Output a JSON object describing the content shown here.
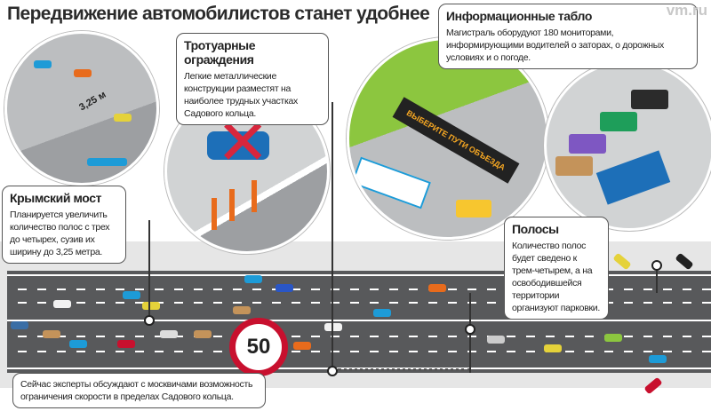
{
  "title": "Передвижение автомобилистов станет удобнее",
  "watermark": "vm.ru",
  "callouts": {
    "info_boards": {
      "heading": "Информационные табло",
      "text": "Магистраль оборудуют 180 мониторами, информирующими водителей о заторах, о дорожных условиях и о погоде."
    },
    "sidewalk_barriers": {
      "heading": "Тротуарные ограждения",
      "text": "Легкие металлические конструкции разместят на наиболее трудных участках Садового кольца."
    },
    "crimean_bridge": {
      "heading": "Крымский мост",
      "text": "Планируется увеличить количество полос с трех до четырех, сузив их ширину до 3,25 метра."
    },
    "lanes": {
      "heading": "Полосы",
      "text": "Количество полос будет сведено к трем-четырем, а на освободившейся территории организуют парковки."
    },
    "speed": {
      "text": "Сейчас эксперты обсуждают с москвичами возможность ограничения скорости в пределах Садового кольца."
    }
  },
  "lane_width_label": "3,25 м",
  "speed_sign": "50",
  "board_text": "ВЫБЕРИТЕ ПУТИ ОБЪЕЗДА",
  "colors": {
    "road": "#58595b",
    "sign_red": "#c8102e",
    "grass": "#8cc63f"
  }
}
